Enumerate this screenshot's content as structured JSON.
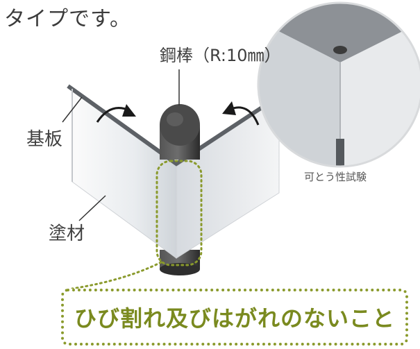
{
  "intro_text": "タイプです。",
  "labels": {
    "rod": "鋼棒（R:10㎜）",
    "substrate": "基板",
    "coating": "塗材",
    "flex_test": "可とう性試験"
  },
  "result": "ひび割れ及びはがれのないこと",
  "colors": {
    "accent_green": "#8a9a2c",
    "text_green": "#7a8a1f",
    "rod_dark": "#3d3d3d",
    "panel_light": "#f2f2f2"
  }
}
